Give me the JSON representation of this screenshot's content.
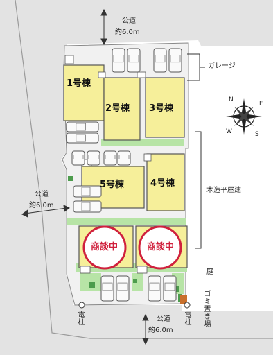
{
  "roads": {
    "top": {
      "line1": "公道",
      "line2": "約6.0m"
    },
    "left": {
      "line1": "公道",
      "line2": "約6.0m"
    },
    "bottom": {
      "line1": "公道",
      "line2": "約6.0m"
    }
  },
  "houses": [
    {
      "id": "1",
      "label": "1号棟"
    },
    {
      "id": "2",
      "label": "2号棟"
    },
    {
      "id": "3",
      "label": "3号棟"
    },
    {
      "id": "4",
      "label": "4号棟"
    },
    {
      "id": "5",
      "label": "5号棟"
    }
  ],
  "negotiation_stamps": [
    {
      "label": "商談中"
    },
    {
      "label": "商談中"
    }
  ],
  "annotations": {
    "garage": "ガレージ",
    "wooden_single_story": "木造平屋建",
    "garden": "庭",
    "garbage_area": "ゴミ置き場",
    "utility_pole_left": "電柱",
    "utility_pole_right": "電柱"
  },
  "colors": {
    "house": "#f6ef9a",
    "lawn": "#b7e4a6",
    "planting": "#4d9c4d",
    "road": "#e3e3e3",
    "paving": "#f1f1f1",
    "stamp": "#d0213d"
  },
  "compass_letters": [
    "N",
    "S",
    "E",
    "W"
  ]
}
